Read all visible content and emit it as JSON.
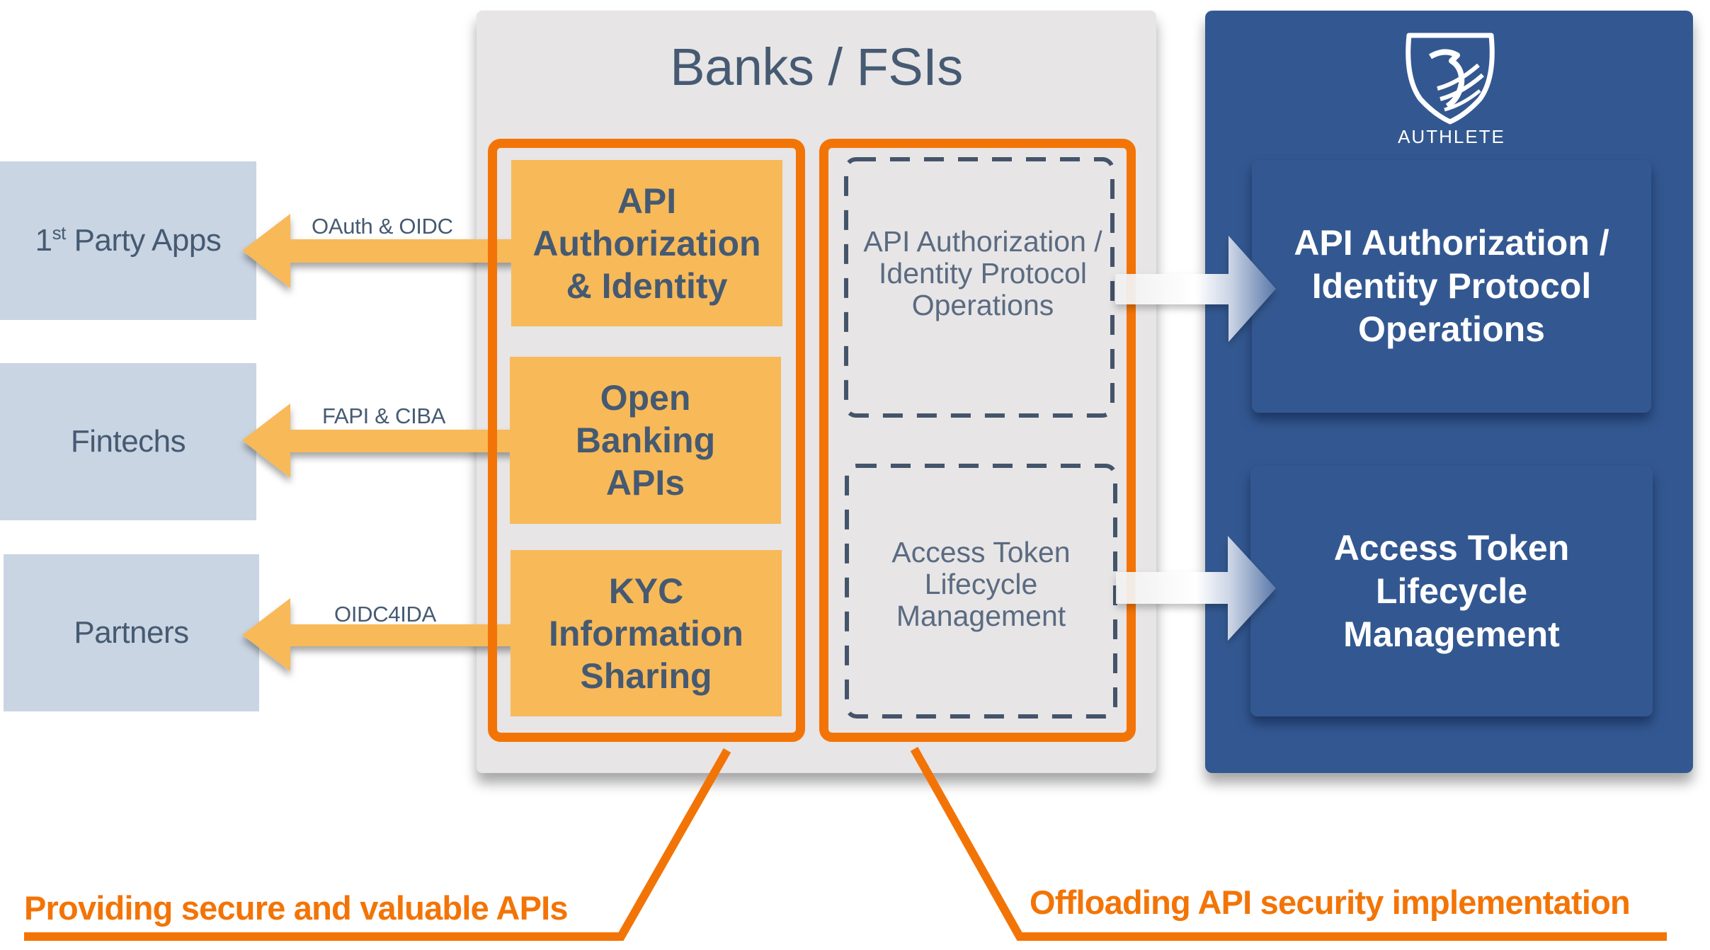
{
  "clients": [
    {
      "label_num": "1",
      "label_sup": "st",
      "label_rest": " Party Apps",
      "protocol": "OAuth & OIDC"
    },
    {
      "label": "Fintechs",
      "protocol": "FAPI & CIBA"
    },
    {
      "label": "Partners",
      "protocol": "OIDC4IDA"
    }
  ],
  "bank": {
    "title": "Banks / FSIs",
    "offerings": [
      {
        "line1": "API",
        "line2": "Authorization",
        "line3": "& Identity"
      },
      {
        "line1": "Open",
        "line2": "Banking",
        "line3": "APIs"
      },
      {
        "line1": "KYC",
        "line2": "Information",
        "line3": "Sharing"
      }
    ],
    "offloaded": [
      {
        "line1": "API Authorization /",
        "line2": "Identity Protocol",
        "line3": "Operations"
      },
      {
        "line1": "Access Token",
        "line2": "Lifecycle",
        "line3": "Management"
      }
    ]
  },
  "authlete": {
    "logo_text": "AUTHLETE",
    "logo_icon": "griffin-shield-icon",
    "services": [
      {
        "line1": "API Authorization /",
        "line2": "Identity Protocol",
        "line3": "Operations"
      },
      {
        "line1": "Access Token",
        "line2": "Lifecycle",
        "line3": "Management"
      }
    ]
  },
  "callouts": {
    "left": "Providing secure and valuable APIs",
    "right": "Offloading API security implementation"
  },
  "colors": {
    "orange": "#f37406",
    "yellow": "#f8b958",
    "navy_text": "#465a72",
    "client_bg": "#c9d5e3",
    "bank_bg": "#e7e5e6",
    "authlete_blue": "#335891"
  }
}
